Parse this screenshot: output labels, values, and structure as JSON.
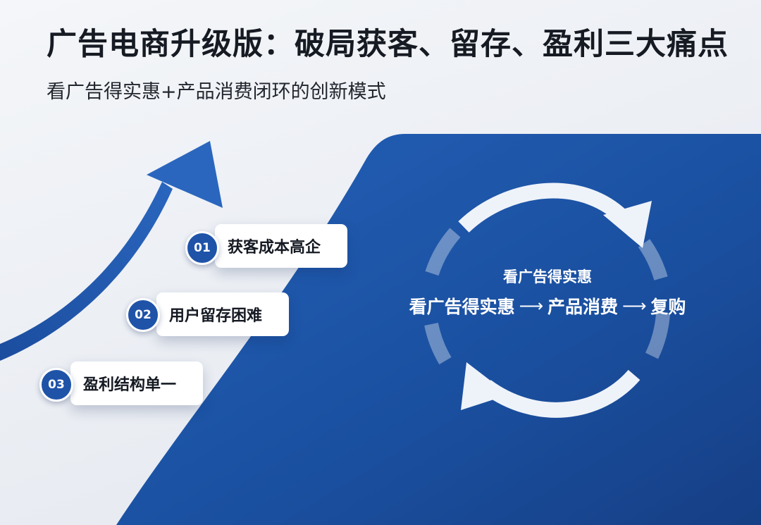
{
  "header": {
    "title": "广告电商升级版：破局获客、留存、盈利三大痛点",
    "subtitle": "看广告得实惠+产品消费闭环的创新模式"
  },
  "pain_points": [
    {
      "number": "01",
      "label": "获客成本高企"
    },
    {
      "number": "02",
      "label": "用户留存困难"
    },
    {
      "number": "03",
      "label": "盈利结构单一"
    }
  ],
  "cycle": {
    "top_label": "看广告得实惠",
    "steps": [
      "看广告得实惠",
      "产品消费",
      "复购"
    ],
    "arrow_1": "⟶",
    "arrow_2": "⟶"
  },
  "colors": {
    "brand_blue": "#1e53a8",
    "dark_blue": "#164a99",
    "card_bg": "#ffffff",
    "text_dark": "#161a22"
  },
  "icons": {
    "growth_arrow": "growth-arrow-icon",
    "cycle_arrows": "cycle-arrows-icon"
  }
}
